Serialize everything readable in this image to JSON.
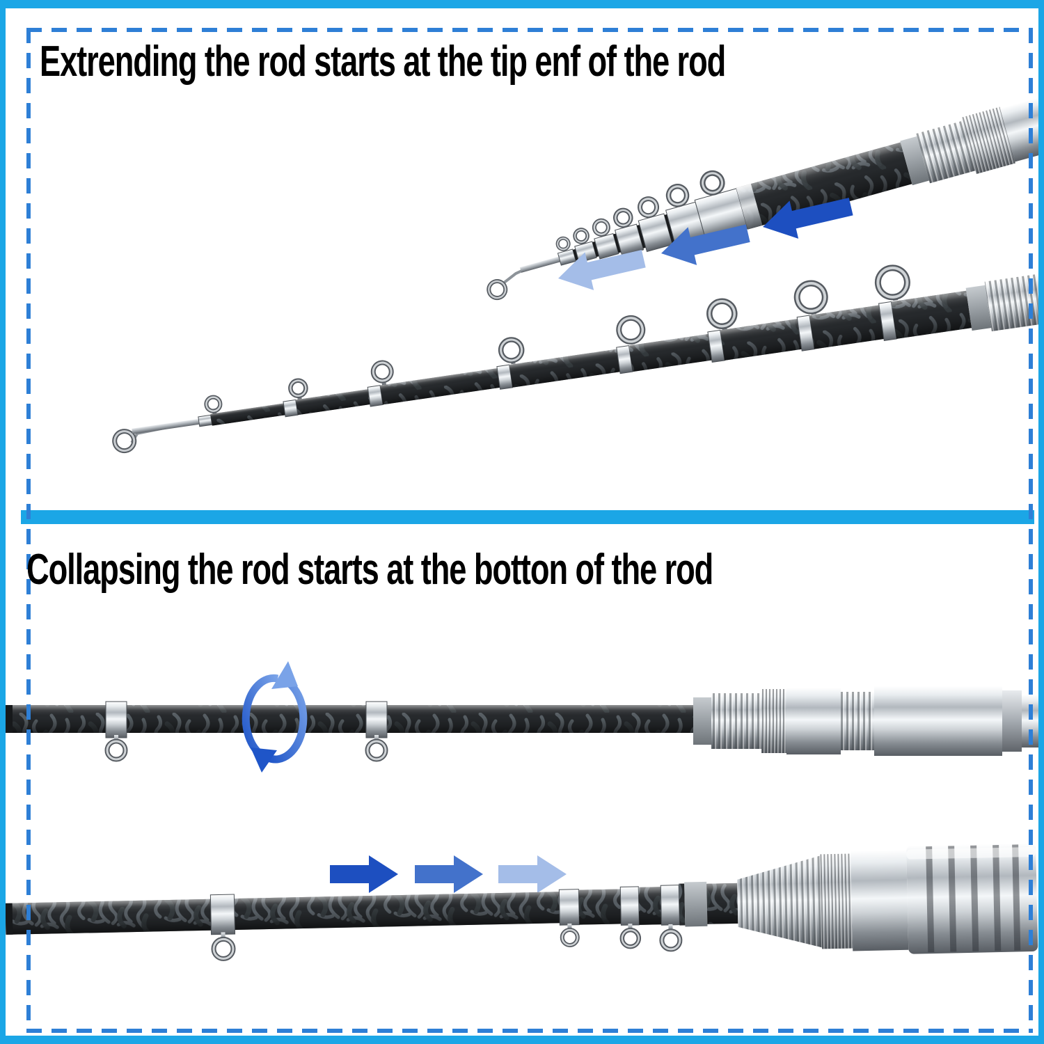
{
  "colors": {
    "frame-blue": "#1ba6e6",
    "dash-blue": "#2e7fd6",
    "divider-blue": "#1ba6e6",
    "arrow-dark": "#1d4fc0",
    "arrow-mid": "#4372cb",
    "arrow-light": "#a4bde8",
    "rotation-dark": "#1f55c8",
    "rotation-light": "#7aa3e8",
    "title-color": "#000000"
  },
  "top_panel": {
    "title": "Extrending the rod starts at the tip enf of the rod",
    "arrow_direction": "left"
  },
  "bottom_panel": {
    "title": "Collapsing the rod starts at the botton of the rod",
    "arrow_direction": "right"
  }
}
